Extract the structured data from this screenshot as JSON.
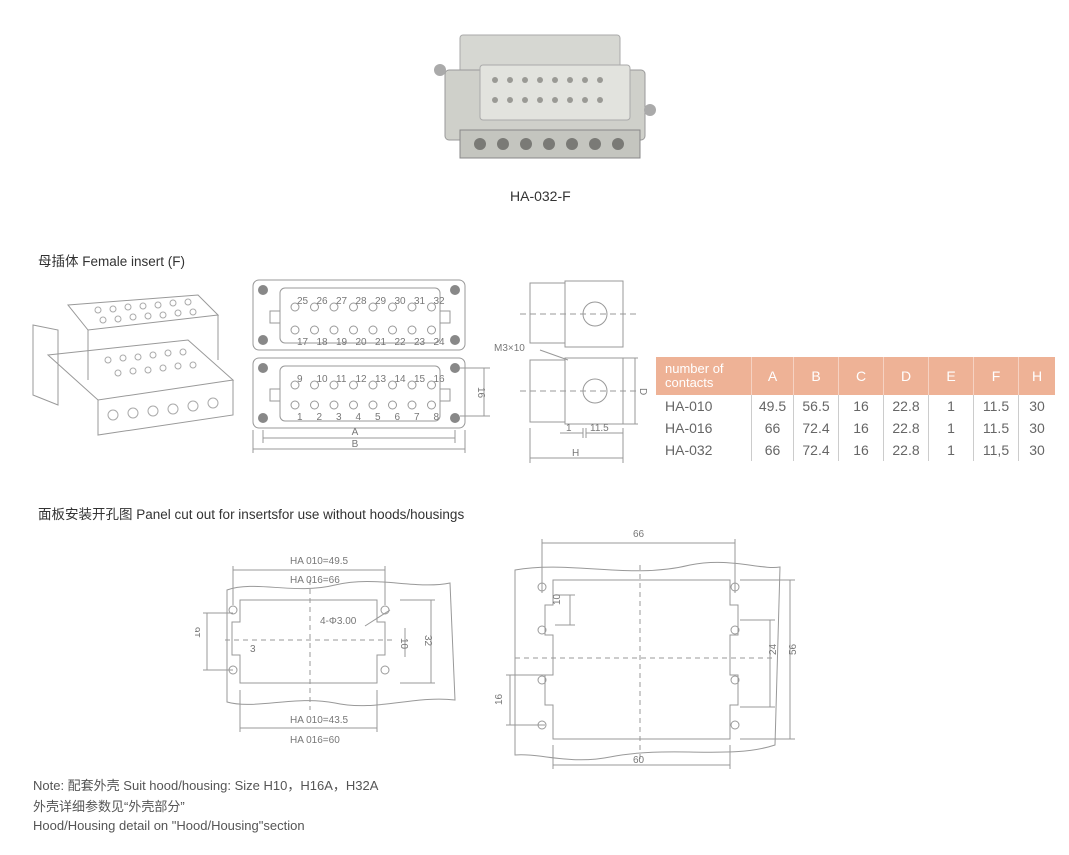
{
  "product": {
    "caption": "HA-032-F"
  },
  "female_insert": {
    "title": "母插体 Female insert (F)",
    "top_row_a": [
      "25",
      "26",
      "27",
      "28",
      "29",
      "30",
      "31",
      "32"
    ],
    "top_row_b": [
      "17",
      "18",
      "19",
      "20",
      "21",
      "22",
      "23",
      "24"
    ],
    "bottom_row_a": [
      "9",
      "10",
      "11",
      "12",
      "13",
      "14",
      "15",
      "16"
    ],
    "bottom_row_b": [
      "1",
      "2",
      "3",
      "4",
      "5",
      "6",
      "7",
      "8"
    ],
    "dim_labels": {
      "a": "A",
      "b": "B",
      "pitch": "16",
      "screw": "M3×10",
      "d": "D",
      "e": "1",
      "f": "11.5",
      "h": "H"
    }
  },
  "table": {
    "header_color": "#eeb296",
    "columns": [
      "number of contacts",
      "A",
      "B",
      "C",
      "D",
      "E",
      "F",
      "H"
    ],
    "rows": [
      [
        "HA-010",
        "49.5",
        "56.5",
        "16",
        "22.8",
        "1",
        "11.5",
        "30"
      ],
      [
        "HA-016",
        "66",
        "72.4",
        "16",
        "22.8",
        "1",
        "11.5",
        "30"
      ],
      [
        "HA-032",
        "66",
        "72.4",
        "16",
        "22.8",
        "1",
        "11,5",
        "30"
      ]
    ]
  },
  "panel_cutout": {
    "title": "面板安装开孔图 Panel cut out for insertsfor use without hoods/housings",
    "left": {
      "top1": "HA 010=49.5",
      "top2": "HA 016=66",
      "holes": "4-Φ3.00",
      "d16": "16",
      "d3": "3",
      "d10": "10",
      "d32": "32",
      "bot1": "HA 010=43.5",
      "bot2": "HA 016=60"
    },
    "right": {
      "top": "66",
      "d10": "10",
      "d24": "24",
      "d56": "56",
      "d16": "16",
      "bottom": "60"
    }
  },
  "notes": [
    "Note: 配套外壳 Suit hood/housing: Size H10，H16A，H32A",
    "外壳详细参数见“外壳部分”",
    "Hood/Housing detail on \"Hood/Housing\"section"
  ]
}
